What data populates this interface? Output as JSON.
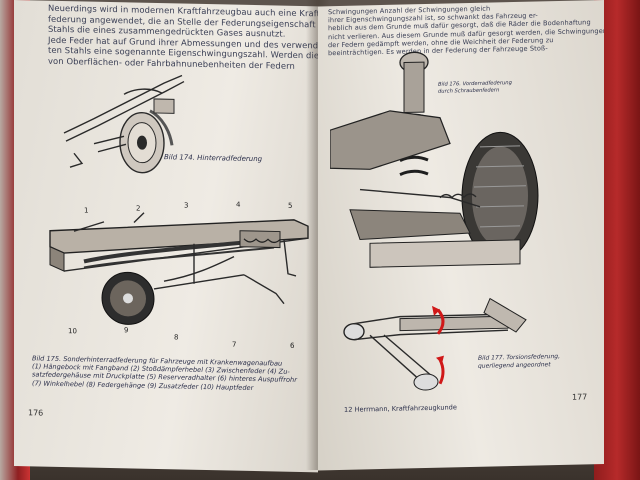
{
  "left_page": {
    "top_text": [
      "Neuerdings wird in modernen Kraftfahrzeugbau auch eine Kraft-",
      "federung angewendet, die an Stelle der Federungseigenschaft des",
      "Stahls die eines zusammengedrückten Gases ausnutzt.",
      "Jede Feder hat auf Grund ihrer Abmessungen und des verwende-",
      "ten Stahls eine sogenannte Eigenschwingungszahl. Werden die Federn",
      "von Oberflächen- oder Fahrbahnunebenheiten der Federn"
    ],
    "fig174_caption": "Bild 174.  Hinterradfederung",
    "fig175_callouts": [
      "1",
      "2",
      "3",
      "4",
      "5",
      "6",
      "7",
      "8",
      "9",
      "10"
    ],
    "fig175_caption": [
      "Bild 175.  Sonderhinterradfederung für Fahrzeuge mit Krankenwagenaufbau",
      "(1) Hängebock mit Fangband  (2) Stoßdämpferhebel  (3) Zwischenfeder  (4) Zu-",
      "satzfedergehäuse mit Druckplatte  (5) Reserveradhalter  (6) hinteres Auspuffrohr",
      "(7) Winkelhebel  (8) Federgehänge  (9) Zusatzfeder  (10) Hauptfeder"
    ],
    "page_number": "176"
  },
  "right_page": {
    "top_text": [
      "Schwingungen           Anzahl der Schwingungen gleich",
      "ihrer Eigenschwingungszahl ist, so schwankt das Fahrzeug er-",
      "heblich aus dem Grunde muß dafür gesorgt, daß die Räder die Bodenhaftung",
      "nicht verlieren. Aus diesem Grunde muß dafür gesorgt werden, die Schwingungen",
      "der Federn gedämpft werden, ohne die Weichheit der Federung zu",
      "beeinträchtigen. Es werden in der Federung der Fahrzeuge Stoß-"
    ],
    "fig176_caption": [
      "Bild 176.  Vorderradfederung",
      "durch Schraubenfedern"
    ],
    "fig177_caption": [
      "Bild 177.  Torsionsfederung,",
      "querliegend angeordnet"
    ],
    "footer_left": "12  Herrmann, Kraftfahrzeugkunde",
    "page_number": "177"
  },
  "colors": {
    "paper": "#ebe7e0",
    "ink": "#2b2f4a",
    "cover": "#a82424",
    "arrow": "#d01818"
  }
}
